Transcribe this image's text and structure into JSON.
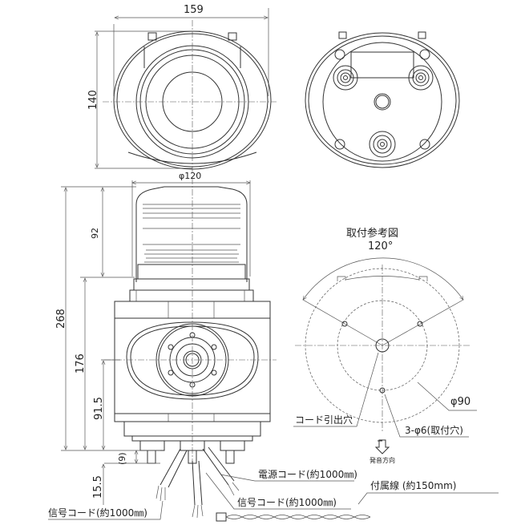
{
  "diagram": {
    "type": "technical-drawing",
    "subject": "rotating warning light with speaker (dimensional drawing)",
    "units": "mm"
  },
  "top_view": {
    "width_dim": "159",
    "depth_dim": "140"
  },
  "bottom_view": {},
  "front_view": {
    "globe_diameter_dim": "φ120",
    "globe_height_dim": "92",
    "total_height_dim": "268",
    "body_height_dim": "176",
    "speaker_center_dim": "91.5",
    "bolt_length_dim": "(9)",
    "cable_offset_dim": "15.5"
  },
  "mounting_reference": {
    "title": "取付参考図",
    "angle_label": "120°",
    "pcd_label": "φ90",
    "cord_hole_label": "コード引出穴",
    "mount_hole_label": "3-φ6(取付穴)",
    "sound_direction_label": "発音方向"
  },
  "cables": {
    "power_cord": "電源コード(約1000㎜)",
    "signal_cord_left": "信号コード(約1000㎜)",
    "signal_cord_right": "信号コード(約1000㎜)",
    "accessory_wire": "付属線 (約150mm)"
  }
}
